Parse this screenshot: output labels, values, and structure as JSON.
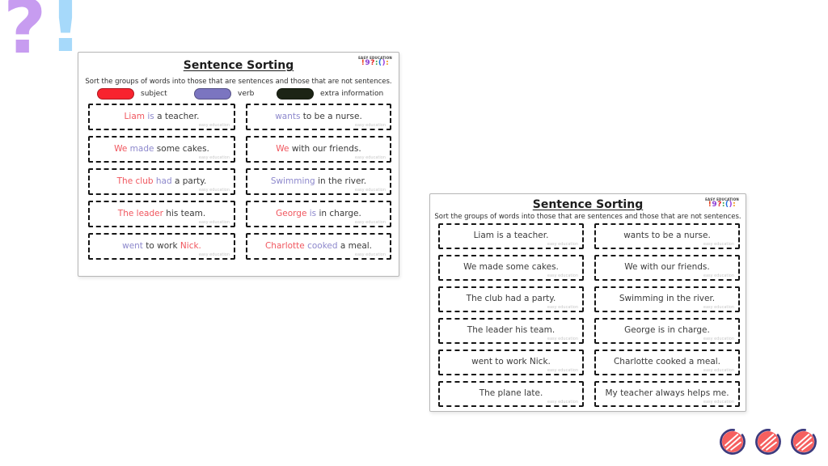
{
  "decoration": {
    "question_mark": "?",
    "question_color": "#c79cf0",
    "exclamation_mark": "!",
    "exclamation_color": "#a6d9fa"
  },
  "logo": {
    "brand": "EASY EDUCATION",
    "symbols": [
      {
        "ch": "!",
        "color": "#e8431f"
      },
      {
        "ch": "9",
        "color": "#8b3fd6"
      },
      {
        "ch": "?",
        "color": "#e01f1f"
      },
      {
        "ch": ":",
        "color": "#2e9e44"
      },
      {
        "ch": "(",
        "color": "#1f6fe0"
      },
      {
        "ch": ")",
        "color": "#9a43e0"
      },
      {
        "ch": ":",
        "color": "#f08a00"
      }
    ]
  },
  "worksheet_colored": {
    "title": "Sentence Sorting",
    "instruction": "Sort the groups of words into those that are sentences and those that are not sentences.",
    "watermark": "easy education",
    "legend": [
      {
        "label": "subject",
        "color": "#f8232e"
      },
      {
        "label": "verb",
        "color": "#7b75c0"
      },
      {
        "label": "extra information",
        "color": "#1c2415"
      }
    ],
    "role_colors": {
      "subject": "#f0565e",
      "verb": "#8d88cc",
      "extra": "#3b3b3b"
    },
    "cards": [
      {
        "segments": [
          {
            "text": "Liam",
            "role": "subject"
          },
          {
            "text": "is",
            "role": "verb"
          },
          {
            "text": "a teacher.",
            "role": "extra"
          }
        ]
      },
      {
        "segments": [
          {
            "text": "wants",
            "role": "verb"
          },
          {
            "text": "to be a nurse.",
            "role": "extra"
          }
        ]
      },
      {
        "segments": [
          {
            "text": "We",
            "role": "subject"
          },
          {
            "text": "made",
            "role": "verb"
          },
          {
            "text": "some cakes.",
            "role": "extra"
          }
        ]
      },
      {
        "segments": [
          {
            "text": "We",
            "role": "subject"
          },
          {
            "text": "with our friends.",
            "role": "extra"
          }
        ]
      },
      {
        "segments": [
          {
            "text": "The club",
            "role": "subject"
          },
          {
            "text": "had",
            "role": "verb"
          },
          {
            "text": "a party.",
            "role": "extra"
          }
        ]
      },
      {
        "segments": [
          {
            "text": "Swimming",
            "role": "verb"
          },
          {
            "text": "in the river.",
            "role": "extra"
          }
        ]
      },
      {
        "segments": [
          {
            "text": "The leader",
            "role": "subject"
          },
          {
            "text": "his team.",
            "role": "extra"
          }
        ]
      },
      {
        "segments": [
          {
            "text": "George",
            "role": "subject"
          },
          {
            "text": "is",
            "role": "verb"
          },
          {
            "text": "in charge.",
            "role": "extra"
          }
        ]
      },
      {
        "segments": [
          {
            "text": "went",
            "role": "verb"
          },
          {
            "text": "to work",
            "role": "extra"
          },
          {
            "text": "Nick.",
            "role": "subject"
          }
        ]
      },
      {
        "segments": [
          {
            "text": "Charlotte",
            "role": "subject"
          },
          {
            "text": "cooked",
            "role": "verb"
          },
          {
            "text": "a meal.",
            "role": "extra"
          }
        ]
      }
    ]
  },
  "worksheet_plain": {
    "title": "Sentence Sorting",
    "instruction": "Sort the groups of words into those that are sentences and those that are not sentences.",
    "watermark": "easy education",
    "cards": [
      "Liam is a teacher.",
      "wants to be a nurse.",
      "We made some cakes.",
      "We with our friends.",
      "The club had a party.",
      "Swimming in the river.",
      "The leader his team.",
      "George is in charge.",
      "went to work Nick.",
      "Charlotte cooked a meal.",
      "The plane late.",
      "My teacher always helps me."
    ]
  },
  "stickers": {
    "count": 3,
    "fill": "#f55f5f",
    "outline": "#3c3a7d",
    "scribble": "#ffffff"
  }
}
